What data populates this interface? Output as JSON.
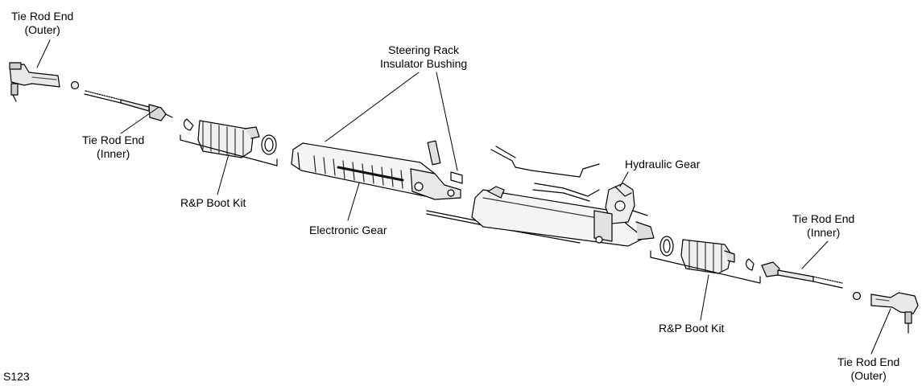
{
  "diagram_id": "S123",
  "labels": {
    "tie_rod_outer_left": [
      "Tie Rod End",
      "(Outer)"
    ],
    "tie_rod_inner_left": [
      "Tie Rod End",
      "(Inner)"
    ],
    "boot_kit_left": "R&P Boot Kit",
    "insulator_bushing": [
      "Steering Rack",
      "Insulator Bushing"
    ],
    "electronic_gear": "Electronic Gear",
    "hydraulic_gear": "Hydraulic Gear",
    "tie_rod_inner_right": [
      "Tie Rod End",
      "(Inner)"
    ],
    "boot_kit_right": "R&P Boot Kit",
    "tie_rod_outer_right": [
      "Tie Rod End",
      "(Outer)"
    ]
  }
}
